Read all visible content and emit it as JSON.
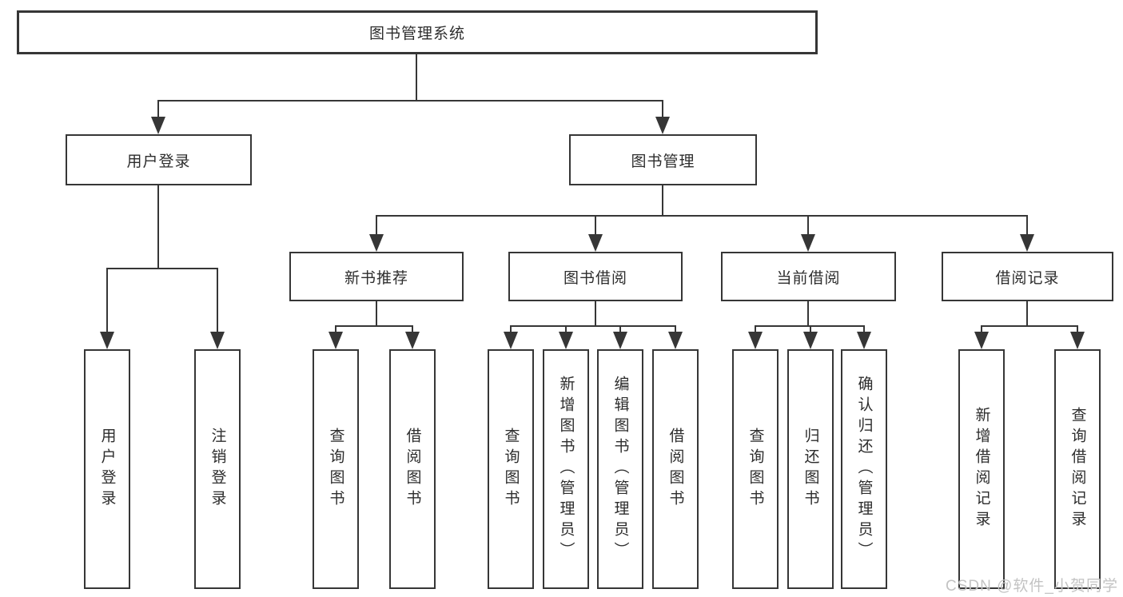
{
  "root": {
    "label": "图书管理系统"
  },
  "branches": [
    {
      "label": "用户登录",
      "leaves": [
        {
          "label": "用户登录"
        },
        {
          "label": "注销登录"
        }
      ]
    },
    {
      "label": "图书管理",
      "groups": [
        {
          "label": "新书推荐",
          "leaves": [
            {
              "label": "查询图书"
            },
            {
              "label": "借阅图书"
            }
          ]
        },
        {
          "label": "图书借阅",
          "leaves": [
            {
              "label": "查询图书"
            },
            {
              "label": "新增图书（管理员）"
            },
            {
              "label": "编辑图书（管理员）"
            },
            {
              "label": "借阅图书"
            }
          ]
        },
        {
          "label": "当前借阅",
          "leaves": [
            {
              "label": "查询图书"
            },
            {
              "label": "归还图书"
            },
            {
              "label": "确认归还（管理员）"
            }
          ]
        },
        {
          "label": "借阅记录",
          "leaves": [
            {
              "label": "新增借阅记录"
            },
            {
              "label": "查询借阅记录"
            }
          ]
        }
      ]
    }
  ],
  "watermark": {
    "text": "CSDN @软件_小贺同学"
  },
  "colors": {
    "line": "#363636",
    "text": "#2d2d2d",
    "watermark": "#c3c3c3",
    "background": "#ffffff"
  }
}
